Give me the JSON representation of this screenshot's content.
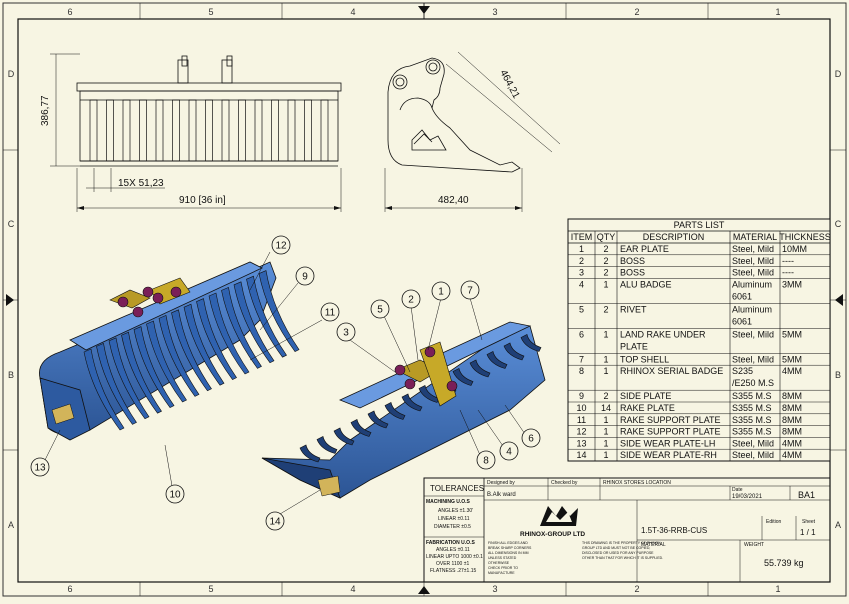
{
  "zones": {
    "top": [
      "6",
      "5",
      "4",
      "3",
      "2",
      "1"
    ],
    "side": [
      "D",
      "C",
      "B",
      "A"
    ]
  },
  "dimensions": {
    "height": "386,77",
    "pitch": "15X 51,23",
    "width": "910 [36 in]",
    "side_diag": "464,21",
    "side_width": "482,40"
  },
  "balloons": [
    "12",
    "9",
    "11",
    "3",
    "5",
    "2",
    "1",
    "7",
    "13",
    "10",
    "14",
    "8",
    "4",
    "6"
  ],
  "parts_list": {
    "title": "PARTS LIST",
    "headers": [
      "ITEM",
      "QTY",
      "DESCRIPTION",
      "MATERIAL",
      "THICKNESS"
    ],
    "rows": [
      {
        "item": "1",
        "qty": "2",
        "desc": [
          "EAR PLATE"
        ],
        "material": [
          "Steel, Mild"
        ],
        "thickness": "10MM"
      },
      {
        "item": "2",
        "qty": "2",
        "desc": [
          "BOSS"
        ],
        "material": [
          "Steel, Mild"
        ],
        "thickness": "----"
      },
      {
        "item": "3",
        "qty": "2",
        "desc": [
          "BOSS"
        ],
        "material": [
          "Steel, Mild"
        ],
        "thickness": "----"
      },
      {
        "item": "4",
        "qty": "1",
        "desc": [
          "ALU BADGE"
        ],
        "material": [
          "Aluminum",
          "6061"
        ],
        "thickness": "3MM"
      },
      {
        "item": "5",
        "qty": "2",
        "desc": [
          "RIVET"
        ],
        "material": [
          "Aluminum",
          "6061"
        ],
        "thickness": ""
      },
      {
        "item": "6",
        "qty": "1",
        "desc": [
          "LAND RAKE UNDER",
          "PLATE"
        ],
        "material": [
          "Steel, Mild"
        ],
        "thickness": "5MM"
      },
      {
        "item": "7",
        "qty": "1",
        "desc": [
          "TOP SHELL"
        ],
        "material": [
          "Steel, Mild"
        ],
        "thickness": "5MM"
      },
      {
        "item": "8",
        "qty": "1",
        "desc": [
          "RHINOX SERIAL BADGE"
        ],
        "material": [
          "S235",
          "/E250 M.S"
        ],
        "thickness": "4MM"
      },
      {
        "item": "9",
        "qty": "2",
        "desc": [
          "SIDE PLATE"
        ],
        "material": [
          "S355 M.S"
        ],
        "thickness": "8MM"
      },
      {
        "item": "10",
        "qty": "14",
        "desc": [
          "RAKE PLATE"
        ],
        "material": [
          "S355 M.S"
        ],
        "thickness": "8MM"
      },
      {
        "item": "11",
        "qty": "1",
        "desc": [
          "RAKE SUPPORT PLATE"
        ],
        "material": [
          "S355 M.S"
        ],
        "thickness": "8MM"
      },
      {
        "item": "12",
        "qty": "1",
        "desc": [
          "RAKE SUPPORT PLATE"
        ],
        "material": [
          "S355 M.S"
        ],
        "thickness": "8MM"
      },
      {
        "item": "13",
        "qty": "1",
        "desc": [
          "SIDE WEAR PLATE-LH"
        ],
        "material": [
          "Steel, Mild"
        ],
        "thickness": "4MM"
      },
      {
        "item": "14",
        "qty": "1",
        "desc": [
          "SIDE WEAR PLATE-RH"
        ],
        "material": [
          "Steel, Mild"
        ],
        "thickness": "4MM"
      }
    ]
  },
  "title_block": {
    "tolerances": "TOLERANCES",
    "machining_title": "MACHINING U.O.S",
    "machining": [
      "ANGLES ±1.30'",
      "LINEAR ±0.11",
      "DIAMETER ±0.5"
    ],
    "fabrication_title": "FABRICATION U.O.S",
    "fabrication": [
      "ANGLES ±0.11",
      "LINEAR UPTO 1000 ±0.1",
      "OVER 1100 ±1",
      "FLATNESS .27±1.15"
    ],
    "designed_by_label": "Designed by",
    "designed_by": "B.Alk ward",
    "checked_by_label": "Checked by",
    "location": "RHINOX STORES LOCATION",
    "date_label": "Date",
    "date": "19/03/2021",
    "size": "BA1",
    "company": "RHINOX-GROUP LTD",
    "notice": [
      "THIS DRAWING IS THE PROPERTY OF RHINOX",
      "GROUP LTD AND MUST NOT BE COPIED,",
      "DISCLOSED OR USED FOR ANY PURPOSE",
      "OTHER THAN THAT FOR WHICH IT IS SUPPLIED."
    ],
    "fine_print": [
      "FINISH ALL EDGES AND",
      "BREAK SHARP CORNERS",
      "ALL DIMENSIONS IN MM",
      "UNLESS STATED",
      "OTHERWISE",
      "CHECK PRIOR TO",
      "MANUFACTURE"
    ],
    "drawing_number": "1.5T-36-RRB-CUS",
    "edition_label": "Edition",
    "sheet_label": "Sheet",
    "sheet": "1 / 1",
    "material_label": "MATERIAL",
    "weight_label": "WEIGHT",
    "weight": "55.739 kg"
  },
  "colors": {
    "paper": "#f7f5e3",
    "body_blue": "#3f75c4",
    "blue_dark": "#2a4e8a",
    "yellow": "#b89a25",
    "boss": "#7a1f58"
  }
}
